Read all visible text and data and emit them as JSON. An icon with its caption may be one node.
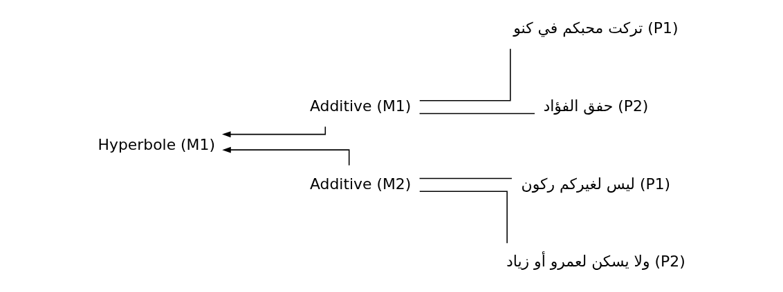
{
  "diagram": {
    "nodes": [
      {
        "text": [
          "Hyperbole (M1)"
        ]
      },
      {
        "text": [
          "Additive (M1)"
        ]
      },
      {
        "text": [
          "Additive (M2)"
        ]
      },
      {
        "text": [
          "تركت محبكم في كنو (P1)"
        ]
      },
      {
        "text": [
          "حفق الفؤاد (P2)"
        ]
      },
      {
        "text": [
          "ليس لغيركم ركون (P1)"
        ]
      },
      {
        "text": [
          "ولا يسكن لعمرو أو زياد (P2)"
        ]
      }
    ],
    "edges": [
      {
        "from": 1,
        "to": 0,
        "arrow": "to"
      },
      {
        "from": 2,
        "to": 0,
        "arrow": "to"
      },
      {
        "from": 1,
        "to": 3,
        "arrow": "none"
      },
      {
        "from": 1,
        "to": 4,
        "arrow": "none"
      },
      {
        "from": 2,
        "to": 5,
        "arrow": "none"
      },
      {
        "from": 2,
        "to": 6,
        "arrow": "none"
      }
    ]
  }
}
